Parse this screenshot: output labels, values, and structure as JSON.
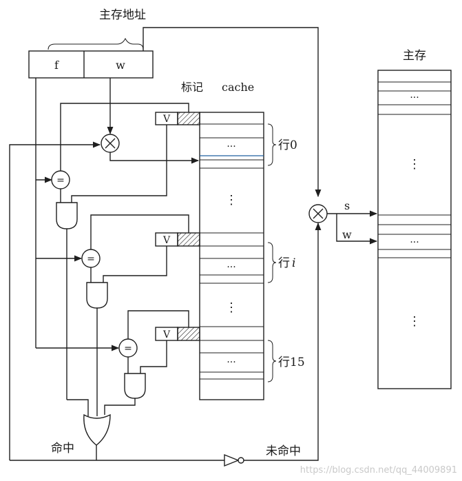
{
  "labels": {
    "main_address": "主存地址",
    "field_f": "f",
    "field_w": "w",
    "tag_cache": "标记",
    "cache_word": "cache",
    "main_memory": "主存",
    "valid_bit": "V",
    "ellipsis": "···",
    "vdots": "⋮",
    "row0": "行0",
    "rowi_prefix": "行",
    "rowi_suffix": "i",
    "row15": "行15",
    "sig_s": "s",
    "sig_w": "w",
    "hit": "命中",
    "miss": "未命中",
    "watermark": "https://blog.csdn.net/qq_44009891"
  }
}
